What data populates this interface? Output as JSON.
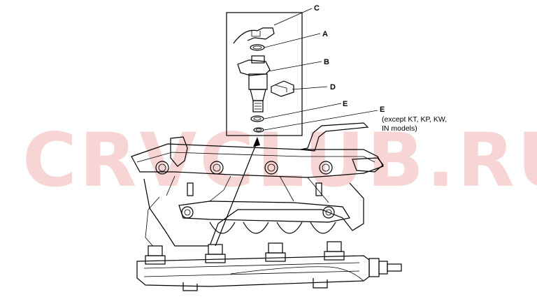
{
  "watermark": "CRVCLUB.RU",
  "callouts": {
    "a": "A",
    "b": "B",
    "c": "C",
    "d": "D",
    "e1": "E",
    "e2": "E"
  },
  "e2_note": {
    "line1": "(except KT, KP, KW,",
    "line2": "IN models)"
  },
  "watermark_color": "#f3b4b4"
}
